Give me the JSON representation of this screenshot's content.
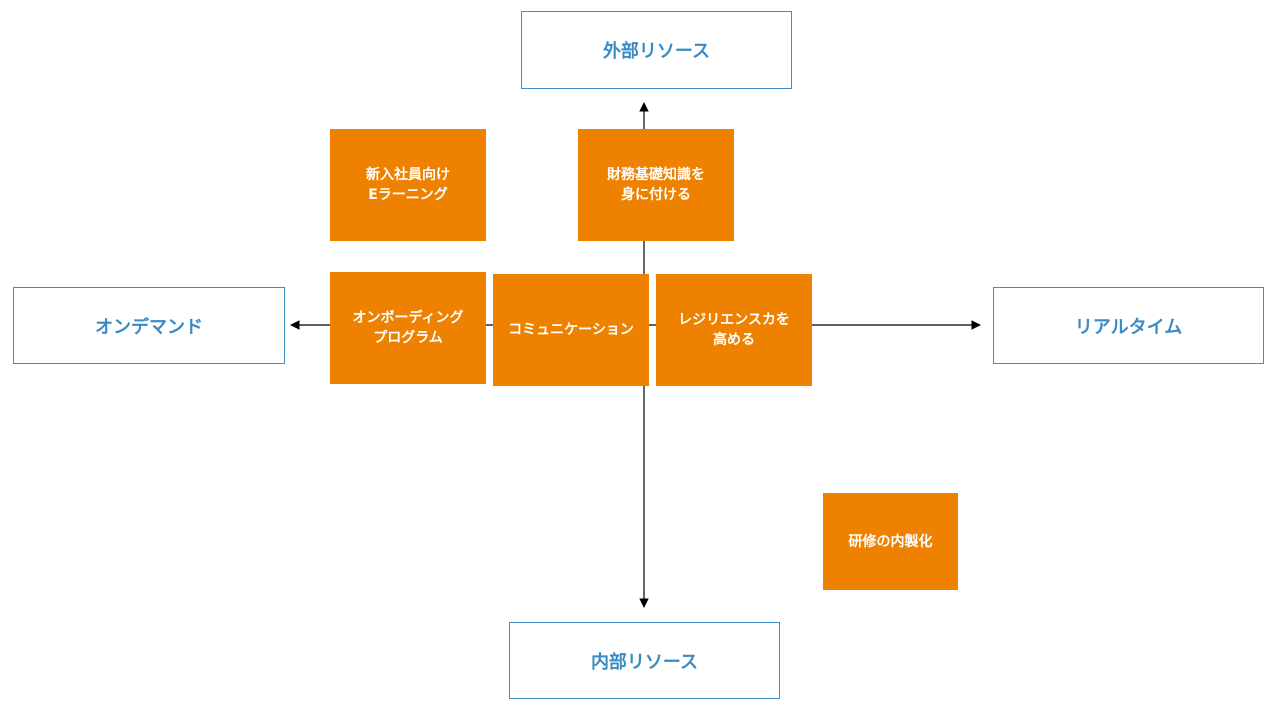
{
  "colors": {
    "accent_blue": "#3a8bc4",
    "box_orange": "#ee8200",
    "axis_line": "#000000"
  },
  "axis_labels": {
    "top": "外部リソース",
    "bottom": "内部リソース",
    "left": "オンデマンド",
    "right": "リアルタイム"
  },
  "items": {
    "new_hire_elearning": [
      "新入社員向け",
      "Eラーニング"
    ],
    "financial_basics": [
      "財務基礎知識を",
      "身に付ける"
    ],
    "onboarding_program": [
      "オンボーディング",
      "プログラム"
    ],
    "communication": [
      "コミュニケーション"
    ],
    "resilience": [
      "レジリエンスカを",
      "高める"
    ],
    "inhouse_training": [
      "研修の内製化"
    ]
  }
}
